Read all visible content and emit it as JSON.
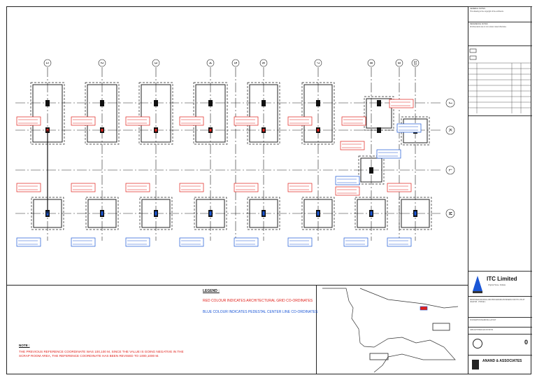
{
  "grid_cols": [
    "1",
    "2",
    "3",
    "4",
    "5",
    "6",
    "7",
    "8",
    "9",
    "10"
  ],
  "grid_rows": [
    "J",
    "K",
    "L",
    "M"
  ],
  "legend": {
    "title": "LEGEND :",
    "red_text": "RED COLOUR INDICATES ARCHITECTURAL GRID CO-ORDINATES",
    "blue_text": "BLUE COLOUR INDICATES PEDESTAL CENTER LINE CO-ORDINATES"
  },
  "note": {
    "title": "NOTE :",
    "body": "THE PREVIOUS REFERENCE COORDINATE WAS 100,100 M, SINCE THE VALUE IS GOING NEGATIVE IN THE SCRAP ROOM AREA, THE REFERENCE COORDINATE HAS BEEN REVISED TO 1000,1000 M."
  },
  "title_block": {
    "client": "ITC Limited",
    "project": "PROPOSED PACKING AND PROCESSING BUSINESS FOR ITC LTD AT NAGPUR - PHASE 1",
    "drawing_title": "FOUNDATION MARKING LAYOUT",
    "drawing_no": "2481/24/TP/MIA/GFC/STR/700",
    "revision": "0",
    "consultant": "ANAND & ASSOCIATES"
  },
  "colors": {
    "red": "#e0201a",
    "blue": "#1a56d6"
  }
}
